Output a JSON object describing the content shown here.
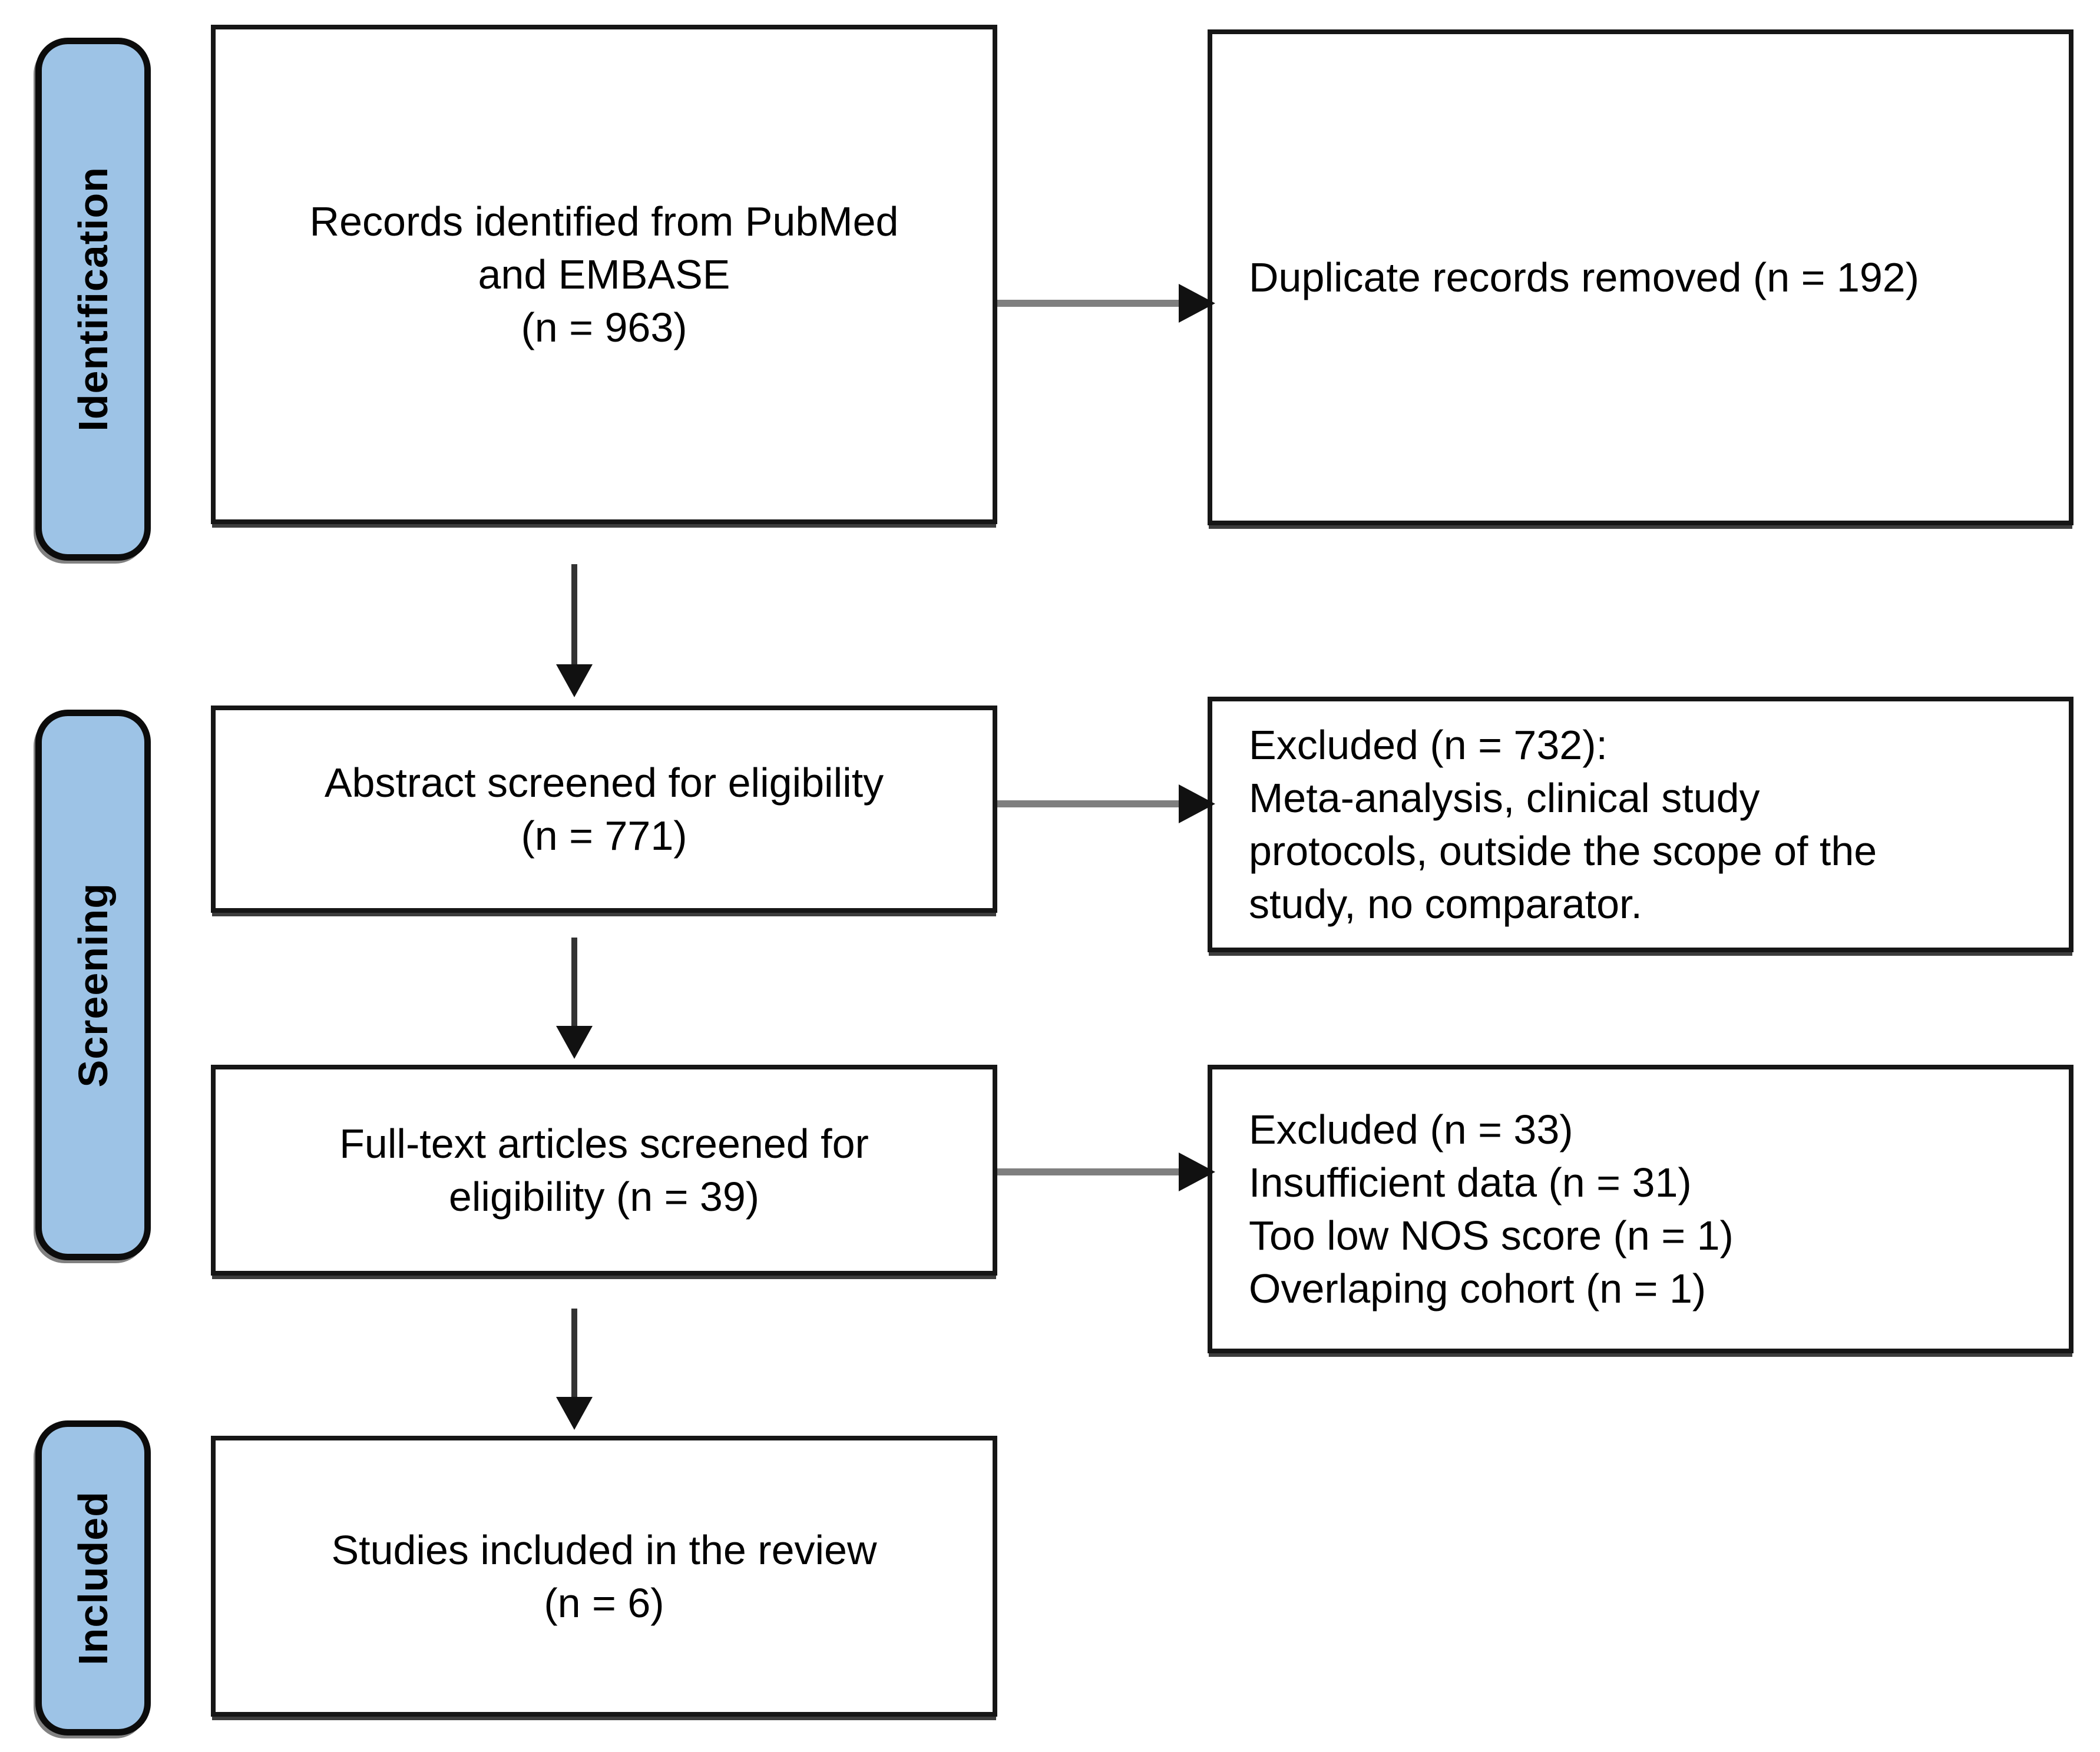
{
  "figure": {
    "stages": [
      {
        "label": "Identification"
      },
      {
        "label": "Screening"
      },
      {
        "label": "Included"
      }
    ],
    "main_boxes": [
      {
        "lines": [
          "Records identified from PubMed",
          "and EMBASE",
          "(n = 963)"
        ]
      },
      {
        "lines": [
          "Abstract screened for eligibility",
          "(n = 771)"
        ]
      },
      {
        "lines": [
          "Full-text articles screened for",
          "eligibility (n = 39)"
        ]
      },
      {
        "lines": [
          "Studies included in the review",
          "(n = 6)"
        ]
      }
    ],
    "side_boxes": [
      {
        "lines": [
          "Duplicate records removed (n = 192)"
        ]
      },
      {
        "lines": [
          "Excluded (n = 732):",
          "Meta-analysis, clinical study",
          "protocols, outside the scope of the",
          "study, no comparator."
        ]
      },
      {
        "lines": [
          "Excluded (n = 33)",
          "Insufficient data (n = 31)",
          "Too low NOS score (n = 1)",
          "Overlaping cohort (n = 1)"
        ]
      }
    ],
    "colors": {
      "stage_fill": "#9DC3E6",
      "box_border": "#161616",
      "arrow_line_horizontal": "#7F7F7F",
      "arrow_line_vertical": "#333333",
      "arrow_head": "#111111"
    }
  }
}
